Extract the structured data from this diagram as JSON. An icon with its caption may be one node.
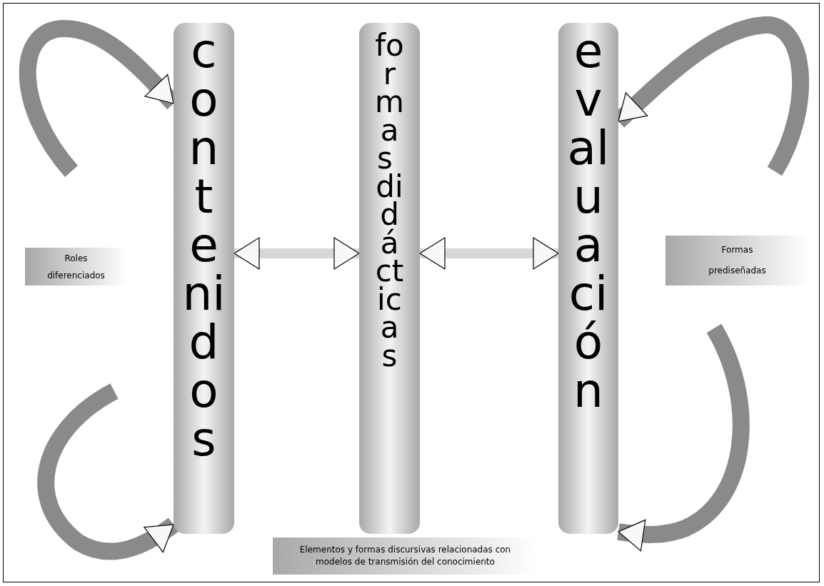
{
  "diagram": {
    "nodes": [
      {
        "text": [
          "contenidos"
        ]
      },
      {
        "text": [
          "formas didácticas"
        ]
      },
      {
        "text": [
          "evaluación"
        ]
      },
      {
        "text": [
          "Roles diferenciados"
        ]
      },
      {
        "text": [
          "Formas prediseñadas"
        ]
      },
      {
        "text": [
          "Elementos y formas discursivas relacionadas con modelos de transmisión del conocimiento"
        ]
      }
    ],
    "edges": [
      {
        "from": 0,
        "to": 1,
        "arrow": "both"
      },
      {
        "from": 1,
        "to": 2,
        "arrow": "both"
      },
      {
        "from": null,
        "to": 0,
        "arrow": "to"
      },
      {
        "from": null,
        "to": 2,
        "arrow": "to"
      },
      {
        "from": null,
        "to": 0,
        "arrow": "to"
      },
      {
        "from": null,
        "to": 2,
        "arrow": "to"
      }
    ]
  }
}
